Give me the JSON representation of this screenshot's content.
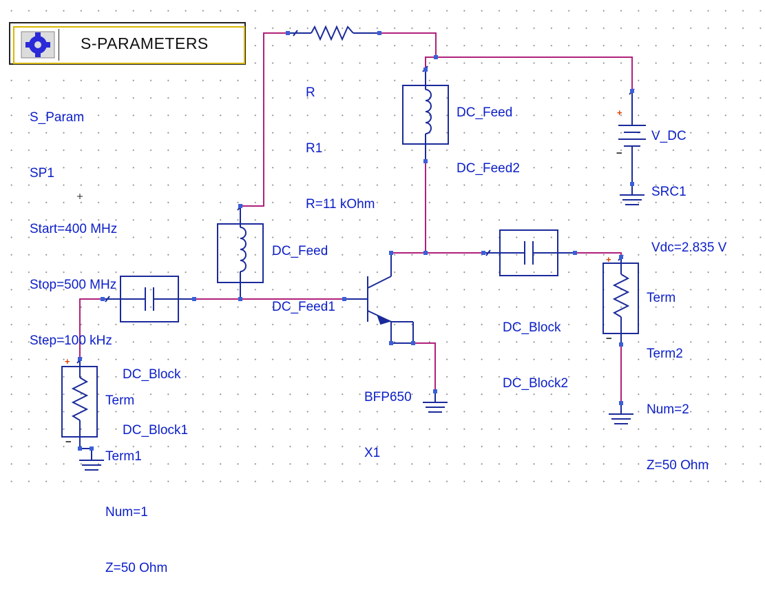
{
  "sim_panel": {
    "title": "S-PARAMETERS",
    "label_lines": [
      "S_Param",
      "SP1",
      "Start=400 MHz",
      "Stop=500 MHz",
      "Step=100 kHz"
    ]
  },
  "components": {
    "r1": [
      "R",
      "R1",
      "R=11 kOhm"
    ],
    "dc_feed2": [
      "DC_Feed",
      "DC_Feed2"
    ],
    "v_dc": [
      "V_DC",
      "SRC1",
      "Vdc=2.835 V"
    ],
    "dc_feed1": [
      "DC_Feed",
      "DC_Feed1"
    ],
    "dc_block2": [
      "DC_Block",
      "DC_Block2"
    ],
    "term2": [
      "Term",
      "Term2",
      "Num=2",
      "Z=50 Ohm"
    ],
    "dc_block1": [
      "DC_Block",
      "DC_Block1"
    ],
    "bfp650": [
      "BFP650",
      "X1"
    ],
    "term1": [
      "Term",
      "Term1",
      "Num=1",
      "Z=50 Ohm"
    ]
  },
  "polarity": {
    "plus": "+",
    "minus": "−"
  },
  "colors": {
    "wire": "#b0207a",
    "symbol": "#1a2a9a",
    "pin": "#3a5fd8",
    "type_label": "#2aa0e0",
    "inst_label": "#0b1ec8"
  }
}
